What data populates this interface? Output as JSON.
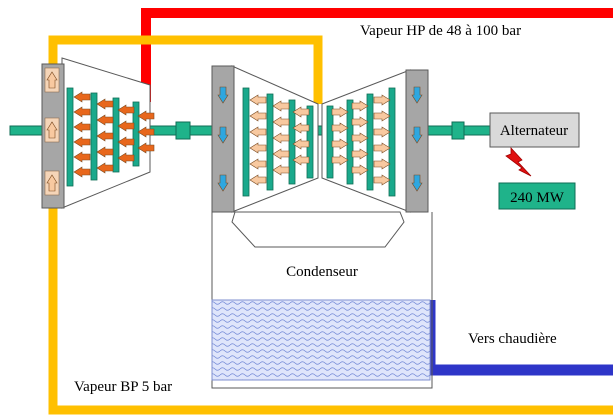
{
  "labels": {
    "hp_steam": "Vapeur HP de 48 à 100 bar",
    "bp_steam": "Vapeur BP  5 bar",
    "condenser": "Condenseur",
    "to_boiler": "Vers chaudière",
    "alternator": "Alternateur",
    "power": "240 MW"
  },
  "colors": {
    "hp_pipe": "#ff0000",
    "bp_pipe": "#ffc000",
    "return_pipe": "#2e35c8",
    "shaft": "#1fb38a",
    "blade": "#1aa98c",
    "arrow": "#f8c9a0",
    "arrow_hot": "#e8671c",
    "arrow_blue": "#2ea7e0",
    "casing_end": "#a6a6a6",
    "lightning": "#e01010",
    "power_box": "#1fb38a",
    "alternator_box": "#d9d9d9",
    "water": "#c6cff0"
  }
}
